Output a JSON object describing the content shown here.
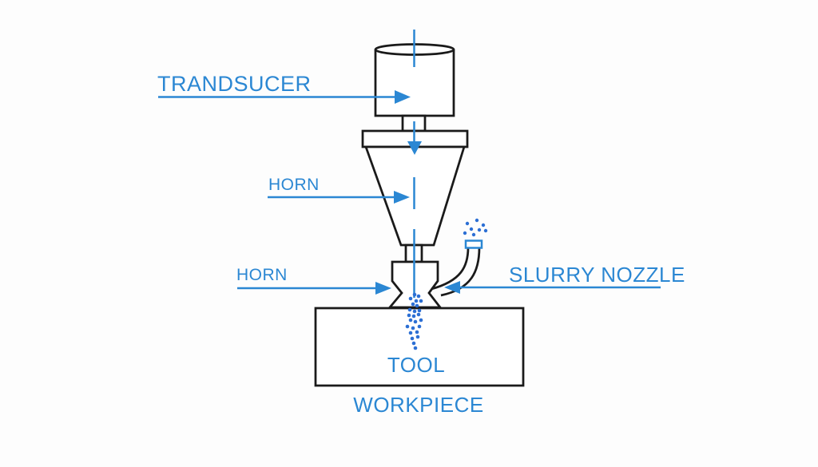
{
  "diagram": {
    "labels": {
      "transducer": "TRANDSUCER",
      "horn_upper": "HORN",
      "horn_lower": "HORN",
      "slurry_nozzle": "SLURRY NOZZLE",
      "tool": "TOOL",
      "workpiece": "WORKPIECE"
    },
    "colors": {
      "accent_blue": "#2b87d3",
      "particle_blue": "#2c6fd4",
      "line_ink": "#1a1a1a",
      "background": "#fdfdfd"
    }
  }
}
